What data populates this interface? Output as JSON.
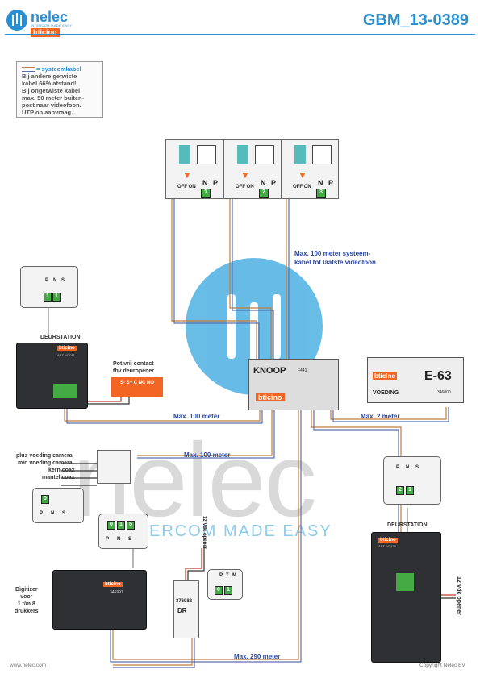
{
  "header": {
    "brand": "nelec",
    "tagline": "INTERCOM MADE EASY",
    "partner": "bticino",
    "doc_code": "GBM_13-0389"
  },
  "legend": {
    "key": "= systeemkabel",
    "lines": [
      "Bij andere getwiste",
      "kabel 66% afstand!",
      "Bij ongetwiste kabel",
      "max. 50 meter buiten-",
      "post naar videofoon.",
      "UTP op aanvraag."
    ]
  },
  "watermark": {
    "text": "nelec",
    "slogan": "ERCOM MADE EASY"
  },
  "videophones": [
    {
      "number": "1"
    },
    {
      "number": "2"
    },
    {
      "number": "3"
    }
  ],
  "videophone_terms": {
    "n": "N",
    "p": "P",
    "off_on": "OFF ON"
  },
  "labels": {
    "max100_system": "Max. 100 meter systeem-",
    "max100_system2": "kabel tot laatste videofoon",
    "max100_a": "Max. 100 meter",
    "max100_b": "Max. 100 meter",
    "max2": "Max. 2 meter",
    "max290": "Max. 290 meter",
    "deurstation_left": "DEURSTATION",
    "deurstation_right": "DEURSTATION",
    "potvrij1": "Pot.vrij contact",
    "potvrij2": "tbv deuropener",
    "contacts": "S- S+ C NC NO",
    "cam_plus": "plus voeding camera",
    "cam_min": "min voeding camera",
    "kern": "kern coax",
    "mantel": "mantel coax",
    "digitizer": [
      "Digitizer",
      "voor",
      "1 t/m 8",
      "drukkers"
    ],
    "opener_left": "12 Vdc opener",
    "opener_right": "12 Vdc opener"
  },
  "devices": {
    "knoop": {
      "name": "KNOOP",
      "code": "F441",
      "brand": "bticino"
    },
    "voeding": {
      "brand": "bticino",
      "model": "E-63",
      "name": "VOEDING",
      "code": "346000"
    },
    "digitizer": {
      "brand": "bticino",
      "code": "346991"
    },
    "relay": {
      "code": "376082",
      "model": "DR"
    },
    "left_station": {
      "brand": "bticino",
      "art": "ART.343011"
    },
    "right_station": {
      "brand": "bticino",
      "art": "ART.342170"
    }
  },
  "dip_settings": {
    "left_station": [
      "1",
      "1"
    ],
    "right_station": [
      "2",
      "1"
    ],
    "video_module": [
      "0"
    ],
    "digitizer": [
      "0",
      "1",
      "5"
    ],
    "relay": [
      "0",
      "1"
    ]
  },
  "terminals": {
    "pn": [
      "P",
      "N",
      "S"
    ],
    "ptm": [
      "P",
      "T",
      "M"
    ]
  },
  "footer": {
    "left": "www.nelec.com",
    "right": "Copyright Nelec BV"
  }
}
